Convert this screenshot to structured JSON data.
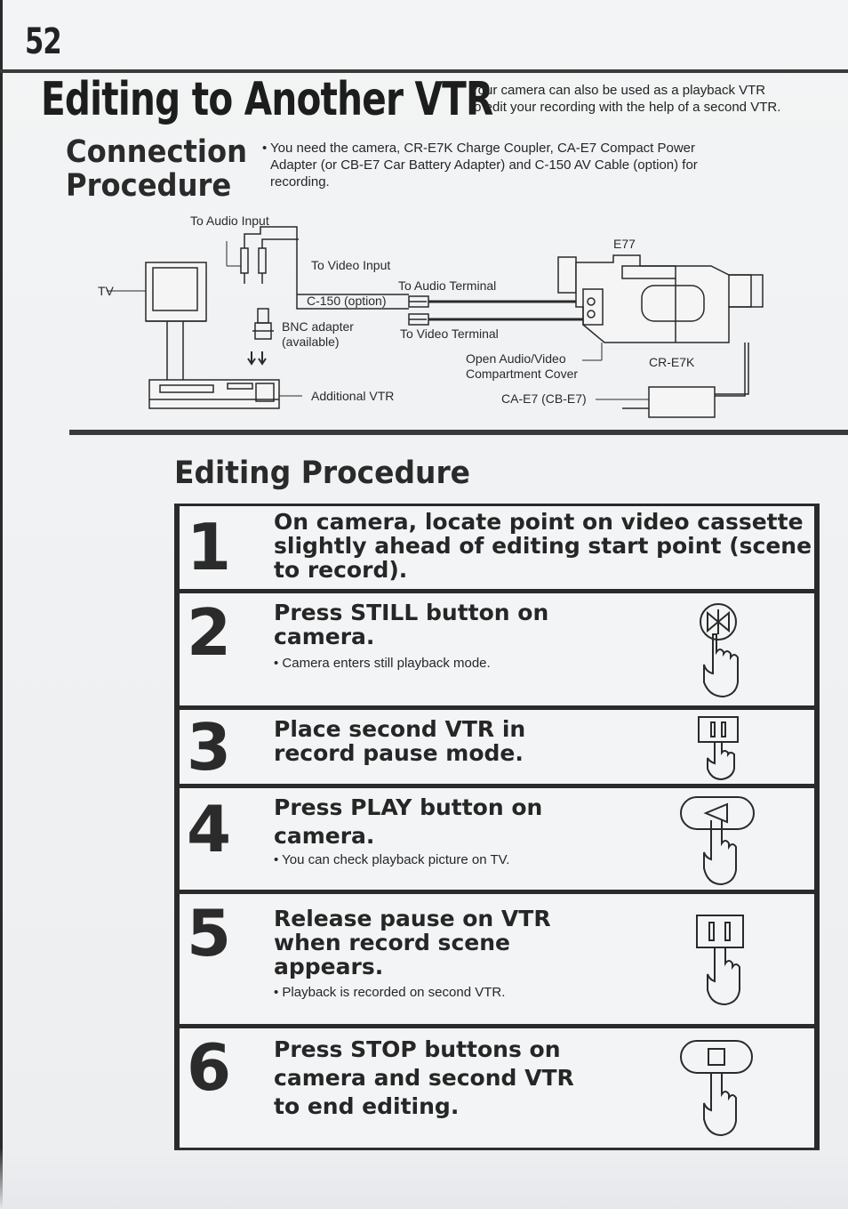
{
  "page": {
    "number": "52",
    "title": "Editing to Another VTR",
    "intro_line1": "Your camera can also be used as a playback VTR",
    "intro_line2": "to edit your recording with the help of a second VTR."
  },
  "connection": {
    "title_line1": "Connection",
    "title_line2": "Procedure",
    "bullet": "•",
    "note_line1": "You need the camera, CR-E7K Charge Coupler, CA-E7 Compact Power",
    "note_line2": "Adapter (or CB-E7 Car Battery Adapter) and C-150 AV Cable (option) for",
    "note_line3": "recording."
  },
  "diagram": {
    "to_audio_input": "To Audio Input",
    "to_video_input": "To Video Input",
    "tv": "TV",
    "c150": "C-150 (option)",
    "to_audio_terminal": "To Audio Terminal",
    "to_video_terminal": "To Video Terminal",
    "bnc_adapter": "BNC adapter",
    "available": "(available)",
    "e77": "E77",
    "open_cover_line1": "Open Audio/Video",
    "open_cover_line2": "Compartment Cover",
    "cr_e7k": "CR-E7K",
    "additional_vtr": "Additional VTR",
    "ca_e7": "CA-E7 (CB-E7)"
  },
  "editing": {
    "title": "Editing Procedure",
    "steps": [
      {
        "number": "1",
        "title_lines": [
          "On camera, locate point on video cassette",
          "slightly ahead of editing start point (scene",
          "to record)."
        ],
        "note": "",
        "icon": "none"
      },
      {
        "number": "2",
        "title_lines": [
          "Press STILL button on",
          "camera."
        ],
        "note": "• Camera enters still playback mode.",
        "icon": "still-button-press-icon"
      },
      {
        "number": "3",
        "title_lines": [
          "Place second VTR in",
          "record pause mode."
        ],
        "note": "",
        "icon": "pause-button-press-icon"
      },
      {
        "number": "4",
        "title_lines": [
          "Press PLAY button on",
          "camera."
        ],
        "note": "• You can check playback picture on TV.",
        "icon": "play-button-press-icon"
      },
      {
        "number": "5",
        "title_lines": [
          "Release pause on VTR",
          "when record scene",
          "appears."
        ],
        "note": "• Playback is recorded on second VTR.",
        "icon": "pause-button-press-icon"
      },
      {
        "number": "6",
        "title_lines": [
          "Press STOP buttons on",
          "camera and second VTR",
          "to end editing."
        ],
        "note": "",
        "icon": "stop-button-press-icon"
      }
    ]
  }
}
